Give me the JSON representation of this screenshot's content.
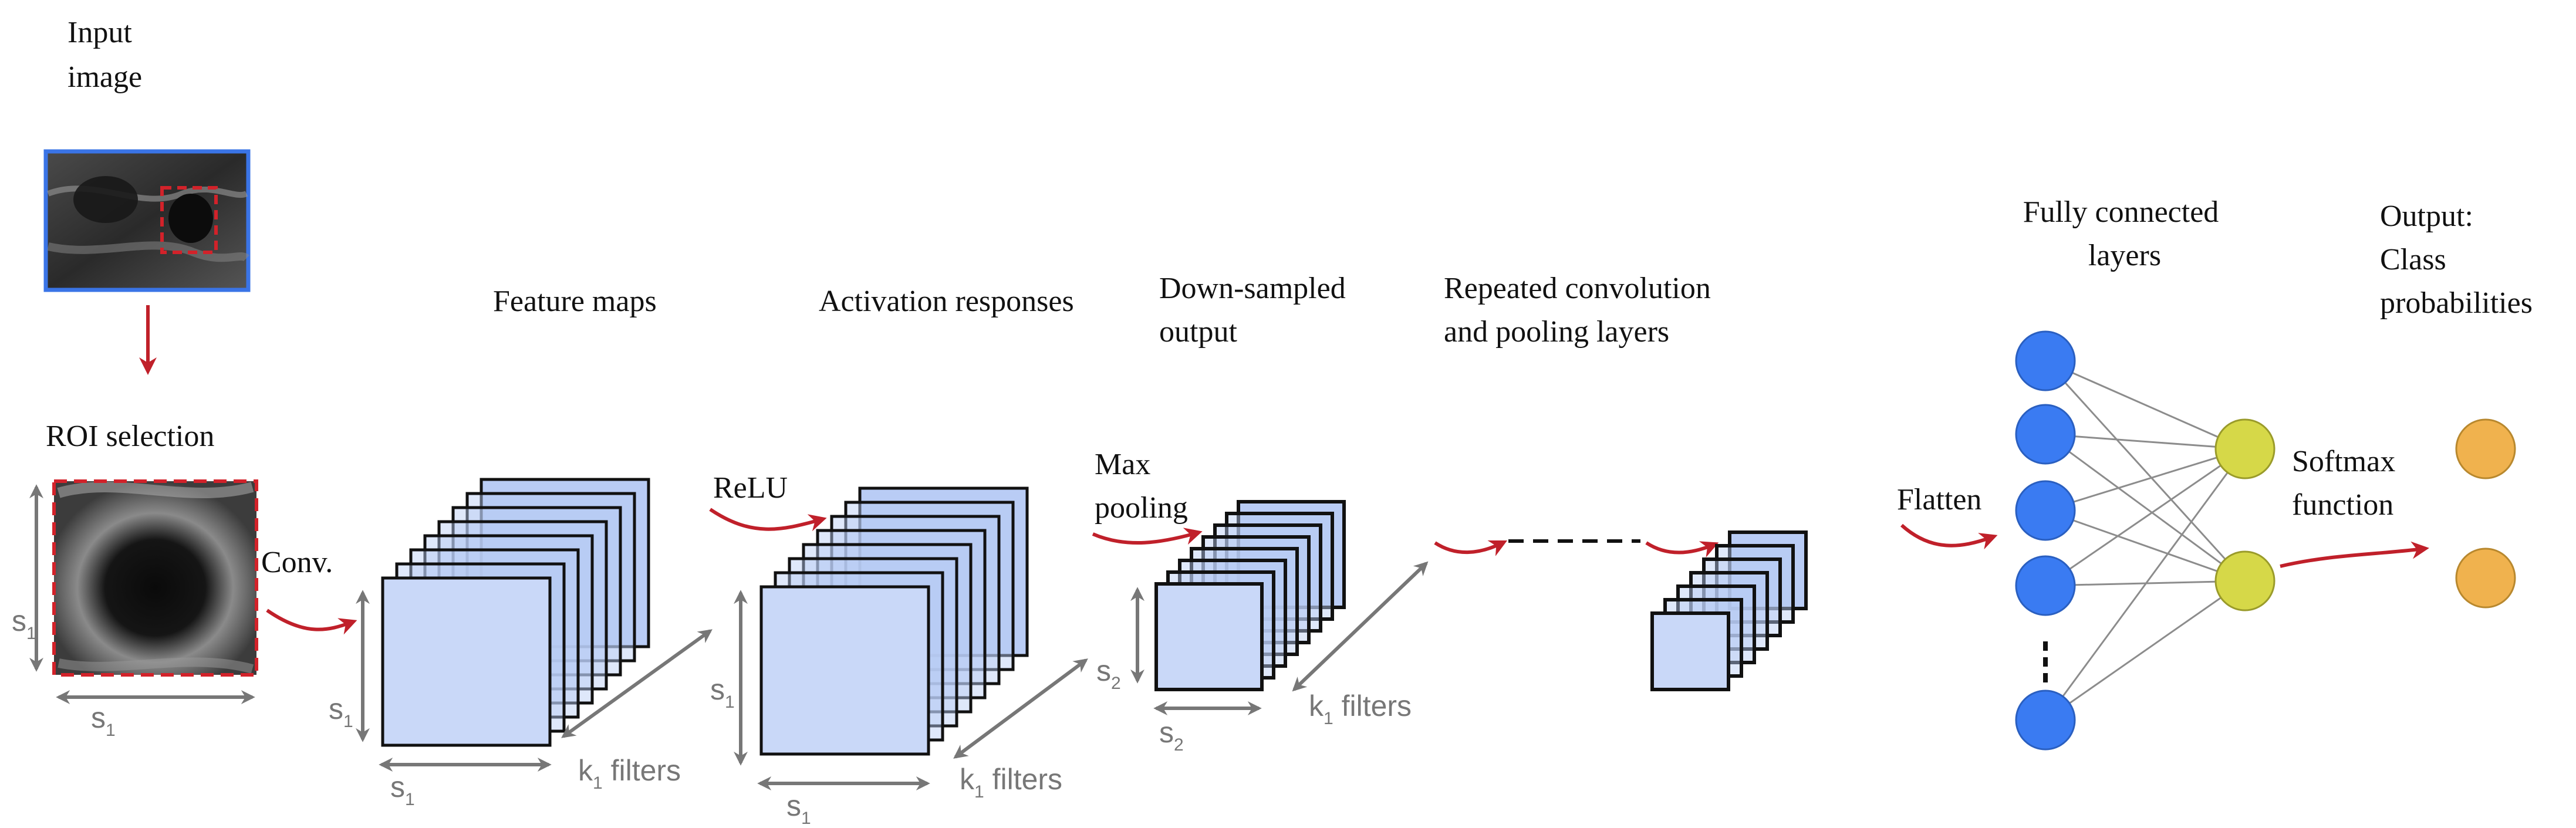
{
  "labels": {
    "input_title": [
      "Input",
      "image"
    ],
    "roi_title": "ROI selection",
    "feature_maps": "Feature maps",
    "activation": "Activation responses",
    "downsampled": [
      "Down-sampled",
      "output"
    ],
    "repeated": [
      "Repeated convolution",
      "and pooling layers"
    ],
    "fully_connected": [
      "Fully connected",
      "layers"
    ],
    "output": [
      "Output:",
      "Class",
      "probabilities"
    ],
    "conv": "Conv.",
    "relu": "ReLU",
    "maxpool": [
      "Max",
      "pooling"
    ],
    "flatten": "Flatten",
    "softmax": [
      "Softmax",
      "function"
    ]
  },
  "dims": {
    "s": "s",
    "k": "k",
    "sub1": "1",
    "sub2": "2",
    "filters": " filters"
  },
  "colors": {
    "arrow_red": "#c0202a",
    "map_fill": "#b9ccf5",
    "map_fill_front": "#c9d8f8",
    "node_blue": "#3a7bf2",
    "node_yellow": "#d6d848",
    "node_orange": "#f0b24e",
    "dim_gray": "#777777",
    "input_frame": "#3a74e6",
    "roi_border": "#d2222a"
  },
  "network": {
    "input_nodes": 5,
    "hidden_nodes": 2,
    "output_nodes": 2
  }
}
